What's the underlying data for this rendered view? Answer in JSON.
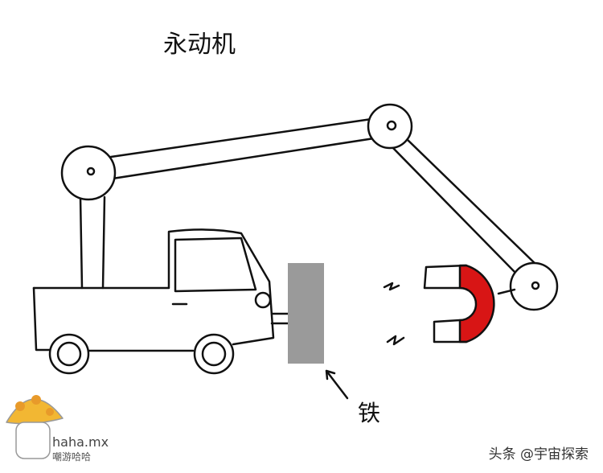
{
  "title": "永动机",
  "iron_label": "铁",
  "watermark": "头条 @宇宙探索",
  "logo": {
    "name": "haha.mx",
    "subtitle": "嘲游哈哈"
  },
  "colors": {
    "magnet_red": "#d81515",
    "iron_gray": "#9a9a9a",
    "logo_yellow": "#f2b733"
  }
}
